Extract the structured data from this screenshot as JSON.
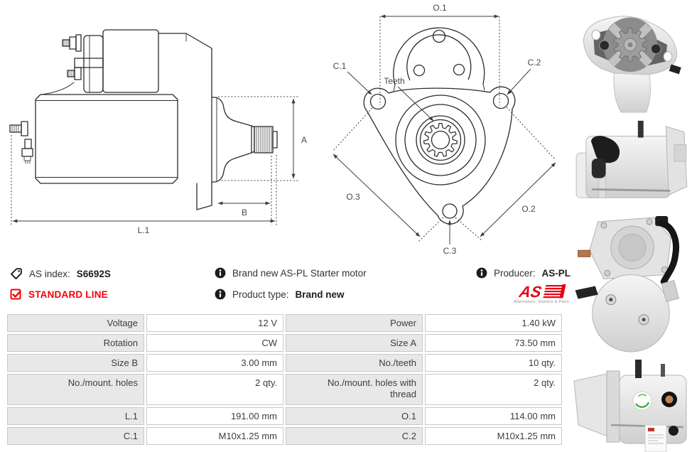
{
  "info": {
    "as_index": {
      "label": "AS index:",
      "value": "S6692S"
    },
    "standard_line": "STANDARD LINE",
    "brand_new_text": "Brand new AS-PL Starter motor",
    "product_type": {
      "label": "Product type:",
      "value": "Brand new"
    },
    "producer": {
      "label": "Producer:",
      "value": "AS-PL"
    }
  },
  "logo": {
    "text": "AS",
    "tagline": "Alternators, Starters & Parts"
  },
  "drawings": {
    "side": {
      "dim_a": "A",
      "dim_b": "B",
      "dim_l1": "L.1"
    },
    "front": {
      "dim_o1": "O.1",
      "dim_o2": "O.2",
      "dim_o3": "O.3",
      "c1": "C.1",
      "c2": "C.2",
      "c3": "C.3",
      "teeth": "Teeth"
    }
  },
  "spec_table": {
    "rows": [
      {
        "l_label": "Voltage",
        "l_value": "12 V",
        "r_label": "Power",
        "r_value": "1.40 kW"
      },
      {
        "l_label": "Rotation",
        "l_value": "CW",
        "r_label": "Size A",
        "r_value": "73.50 mm"
      },
      {
        "l_label": "Size B",
        "l_value": "3.00 mm",
        "r_label": "No./teeth",
        "r_value": "10 qty."
      },
      {
        "l_label": "No./mount. holes",
        "l_value": "2 qty.",
        "r_label": "No./mount. holes with thread",
        "r_value": "2 qty."
      },
      {
        "l_label": "L.1",
        "l_value": "191.00 mm",
        "r_label": "O.1",
        "r_value": "114.00 mm"
      },
      {
        "l_label": "C.1",
        "l_value": "M10x1.25 mm",
        "r_label": "C.2",
        "r_value": "M10x1.25 mm"
      }
    ]
  },
  "photos": [
    {
      "name": "starter-front-view"
    },
    {
      "name": "starter-side-view"
    },
    {
      "name": "starter-rear-view"
    },
    {
      "name": "starter-angle-view"
    }
  ],
  "colors": {
    "accent_red": "#f40009",
    "logo_red": "#e30613",
    "table_label_bg": "#e8e8e8",
    "table_border": "#c8c8c8",
    "text": "#3a3a3a"
  }
}
